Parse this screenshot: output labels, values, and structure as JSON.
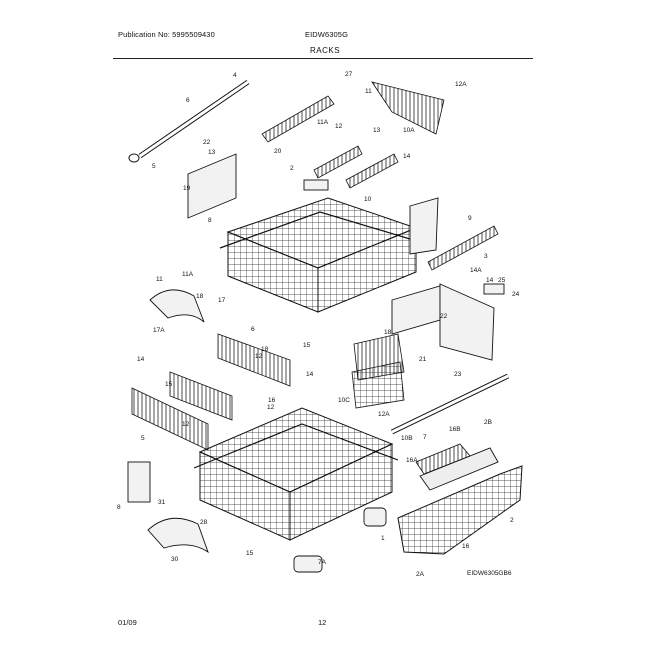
{
  "header": {
    "publication": "Publication No: 5995509430",
    "model": "EIDW6305G",
    "section": "RACKS"
  },
  "footer": {
    "date": "01/09",
    "page": "12"
  },
  "diagram": {
    "drawing_id": "EIDW6305GB6",
    "callouts": [
      "4",
      "6",
      "5",
      "22",
      "13",
      "19",
      "8",
      "2",
      "27",
      "11",
      "11A",
      "12",
      "13",
      "20",
      "14",
      "12A",
      "10A",
      "10",
      "9",
      "3",
      "11",
      "11A",
      "17A",
      "18",
      "17",
      "6",
      "18",
      "15",
      "12",
      "14",
      "15",
      "16",
      "12",
      "12",
      "14",
      "14A",
      "14",
      "25",
      "24",
      "18",
      "22",
      "21",
      "23",
      "10C",
      "12A",
      "10B",
      "5",
      "8",
      "31",
      "30",
      "28",
      "15",
      "1",
      "7A",
      "7",
      "16B",
      "16A",
      "16",
      "2",
      "2A",
      "2B"
    ]
  }
}
